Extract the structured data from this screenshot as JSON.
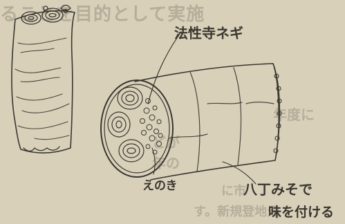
{
  "labels": {
    "hoshoji_negi": "法性寺ネギ",
    "enoki": "えのき",
    "hatcho_miso_line1": "八丁みそで",
    "hatcho_miso_line2": "味を付ける"
  },
  "background_text": {
    "top": "ることを目的として実施",
    "mid1": "年度に",
    "mid2": "どが",
    "mid3": "年の",
    "mid4": "",
    "bottom1": "に市",
    "bottom2": "す。新規登地元"
  },
  "colors": {
    "paper": "#d8d0b9",
    "pencil": "#3a3630",
    "faint": "#8f8673"
  }
}
